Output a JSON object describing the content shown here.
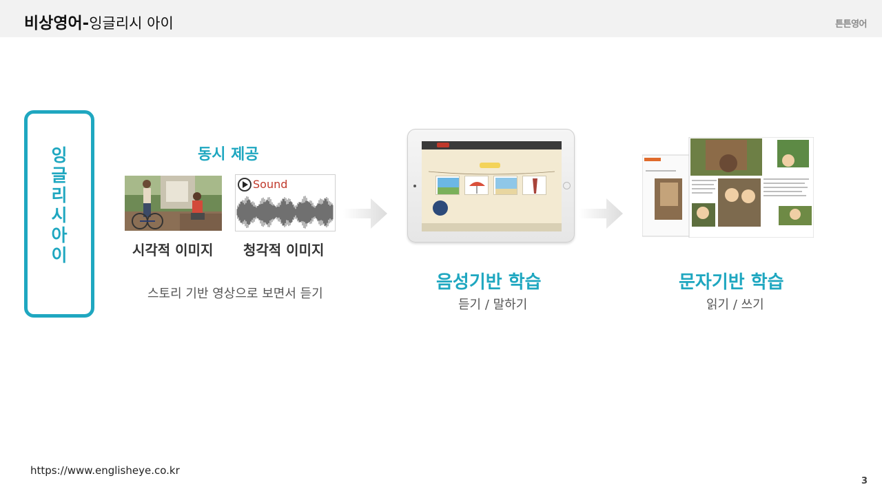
{
  "header": {
    "title_bold": "비상영어",
    "title_sep": "-",
    "title_rest": "잉글리시 아이",
    "logo": "튼튼영어"
  },
  "side_label": {
    "chars": [
      "잉",
      "글",
      "리",
      "시",
      "아",
      "이"
    ]
  },
  "step1": {
    "heading": "동시 제공",
    "sound_label": "Sound",
    "label_visual": "시각적 이미지",
    "label_audio": "청각적 이미지",
    "caption": "스토리 기반 영상으로 보면서 듣기"
  },
  "step2": {
    "title": "음성기반 학습",
    "subtitle": "듣기 / 말하기"
  },
  "step3": {
    "title": "문자기반 학습",
    "subtitle": "읽기 / 쓰기"
  },
  "footer": {
    "url": "https://www.englisheye.co.kr",
    "page_number": "3"
  },
  "colors": {
    "accent": "#1fa7c0",
    "header_bg": "#f2f2f2"
  }
}
